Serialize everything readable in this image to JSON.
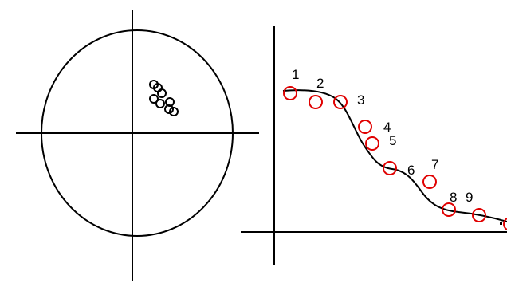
{
  "colors": {
    "background": "#ffffff",
    "stroke": "#000000",
    "accent": "#e00000"
  },
  "left_panel": {
    "cluster_marker_count": 8
  },
  "right_panel": {
    "point_labels": [
      "1",
      "2",
      "3",
      "4",
      "5",
      "6",
      "7",
      "8",
      "9"
    ]
  }
}
